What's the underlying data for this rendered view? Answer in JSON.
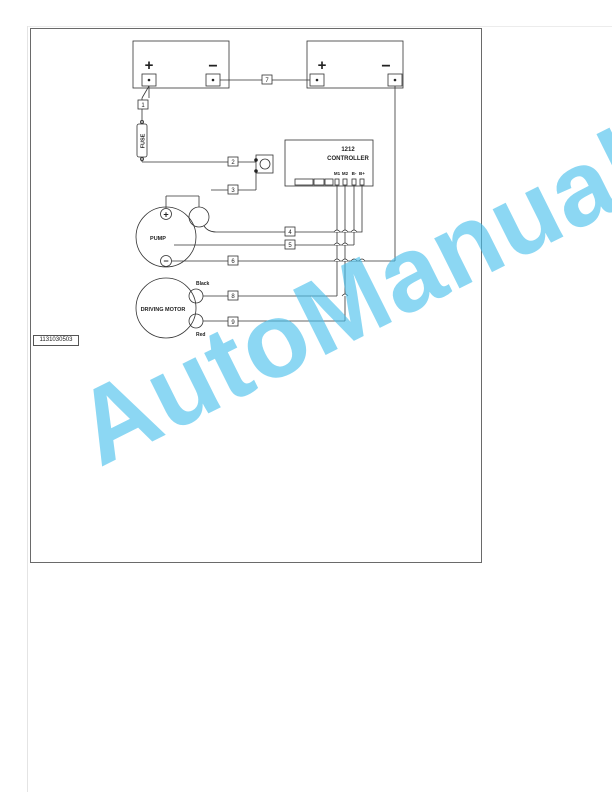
{
  "battery_left": {
    "positive": "+",
    "negative": "−"
  },
  "battery_right": {
    "positive": "+",
    "negative": "−"
  },
  "fuse": {
    "label": "FUSE"
  },
  "controller": {
    "model": "1212",
    "title": "CONTROLLER",
    "terminals": [
      "M1",
      "M2",
      "B-",
      "B+"
    ]
  },
  "pump": {
    "label": "PUMP",
    "positive": "+",
    "negative": "−"
  },
  "driving_motor": {
    "label": "DRIVING MOTOR",
    "lead_top": "Black",
    "lead_bottom": "Red"
  },
  "wire_numbers": [
    "1",
    "2",
    "3",
    "4",
    "5",
    "6",
    "7",
    "8",
    "9"
  ],
  "figure_id": "1131030503",
  "watermark": "AutoManual",
  "colors": {
    "watermark": "#46BEEB",
    "frame": "#6a6a6a"
  }
}
